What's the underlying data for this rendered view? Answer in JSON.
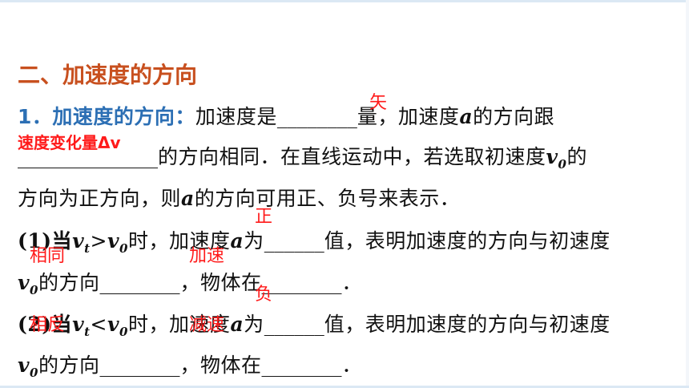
{
  "heading": "二、加速度的方向",
  "p1": {
    "label": "1．加速度的方向：",
    "text_a": "加速度是",
    "blank_a": "________",
    "text_b": "量，加速度",
    "sym_a": "a",
    "text_c": "的方向跟"
  },
  "p2": {
    "blank_a": "______________",
    "text_a": "的方向相同．在直线运动中，若选取初速度",
    "sym_v0": "v",
    "sub_0": "0",
    "text_b": "的"
  },
  "p3": {
    "text_a": "方向为正方向，则",
    "sym_a": "a",
    "text_b": "的方向可用正、负号来表示．"
  },
  "p4": {
    "num": "(1)当",
    "sym_vt": "v",
    "sub_t": "t",
    "gt": ">",
    "sym_v0": "v",
    "sub_0": "0",
    "text_a": "时，加速度",
    "sym_a": "a",
    "text_b": "为",
    "blank_a": "______",
    "text_c": "值，表明加速度的方向与初速度"
  },
  "p5": {
    "sym_v0": "v",
    "sub_0": "0",
    "text_a": "的方向",
    "blank_a": "________",
    "text_b": "，物体在",
    "blank_b": "________",
    "text_c": "．"
  },
  "p6": {
    "num": "(2)当",
    "sym_vt": "v",
    "sub_t": "t",
    "lt": "<",
    "sym_v0": "v",
    "sub_0": "0",
    "text_a": "时，加速度",
    "sym_a": "a",
    "text_b": "为",
    "blank_a": "______",
    "text_c": "值，表明加速度的方向与初速度"
  },
  "p7": {
    "sym_v0": "v",
    "sub_0": "0",
    "text_a": "的方向",
    "blank_a": "________",
    "text_b": "，物体在",
    "blank_b": "________",
    "text_c": "．"
  },
  "answers": {
    "vector": "矢",
    "change": "速度变化量Δv",
    "positive": "正",
    "same": "相同",
    "accelerate": "加速",
    "negative": "负",
    "opposite": "相反",
    "decelerate": "减速"
  },
  "colors": {
    "heading": "#c8501f",
    "label": "#2c6fb4",
    "answer": "#ff1a1a"
  }
}
